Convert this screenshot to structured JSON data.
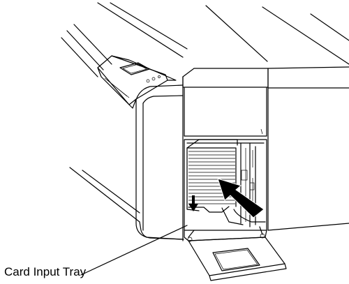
{
  "callout": {
    "label": "Card Input Tray"
  },
  "colors": {
    "line": "#000000",
    "background": "#ffffff",
    "arrow_fill": "#000000"
  },
  "illustration": {
    "subject": "card-printer-input-tray",
    "arrows": [
      "insert-cards-arrow",
      "push-down-arrow"
    ]
  }
}
